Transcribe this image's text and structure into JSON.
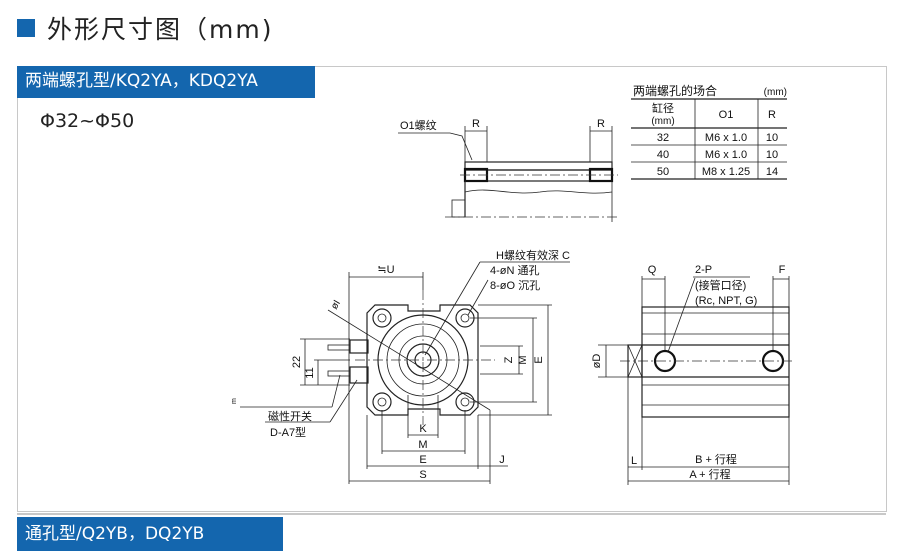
{
  "page_title": "外形尺寸图（mm)",
  "section1": {
    "header": "两端螺孔型/KQ2YA，KDQ2YA",
    "size_range": "Φ32~Φ50"
  },
  "section2": {
    "header": "通孔型/Q2YB，DQ2YB"
  },
  "top_view": {
    "o1_label": "O1螺纹",
    "r_left": "R",
    "r_right": "R"
  },
  "thread_table": {
    "title": "两端螺孔的场合",
    "unit": "(mm)",
    "headers": [
      "缸径",
      "(mm)",
      "O1",
      "R"
    ],
    "rows": [
      [
        "32",
        "M6 x 1.0",
        "10"
      ],
      [
        "40",
        "M6 x 1.0",
        "10"
      ],
      [
        "50",
        "M8 x 1.25",
        "14"
      ]
    ]
  },
  "front_view": {
    "h_label": "H螺纹有效深 C",
    "n_label": "4-øN 通孔",
    "o_label": "8-øO 沉孔",
    "u_label": "≒U",
    "i_label": "øI",
    "dim_22": "22",
    "dim_11": "11",
    "z_label": "Z",
    "m_right": "M",
    "e_right": "E",
    "k_label": "K",
    "m_bottom": "M",
    "e_bottom": "E",
    "j_label": "J",
    "s_label": "S",
    "switch_label": "磁性开关",
    "switch_model": "D-A7型",
    "small_mark": "m"
  },
  "side_view": {
    "q_label": "Q",
    "p_label": "2-P",
    "p_note1": "(接管口径)",
    "p_note2": "(Rc, NPT, G)",
    "f_label": "F",
    "d_label": "øD",
    "l_label": "L",
    "b_label": "B + 行程",
    "a_label": "A + 行程"
  }
}
